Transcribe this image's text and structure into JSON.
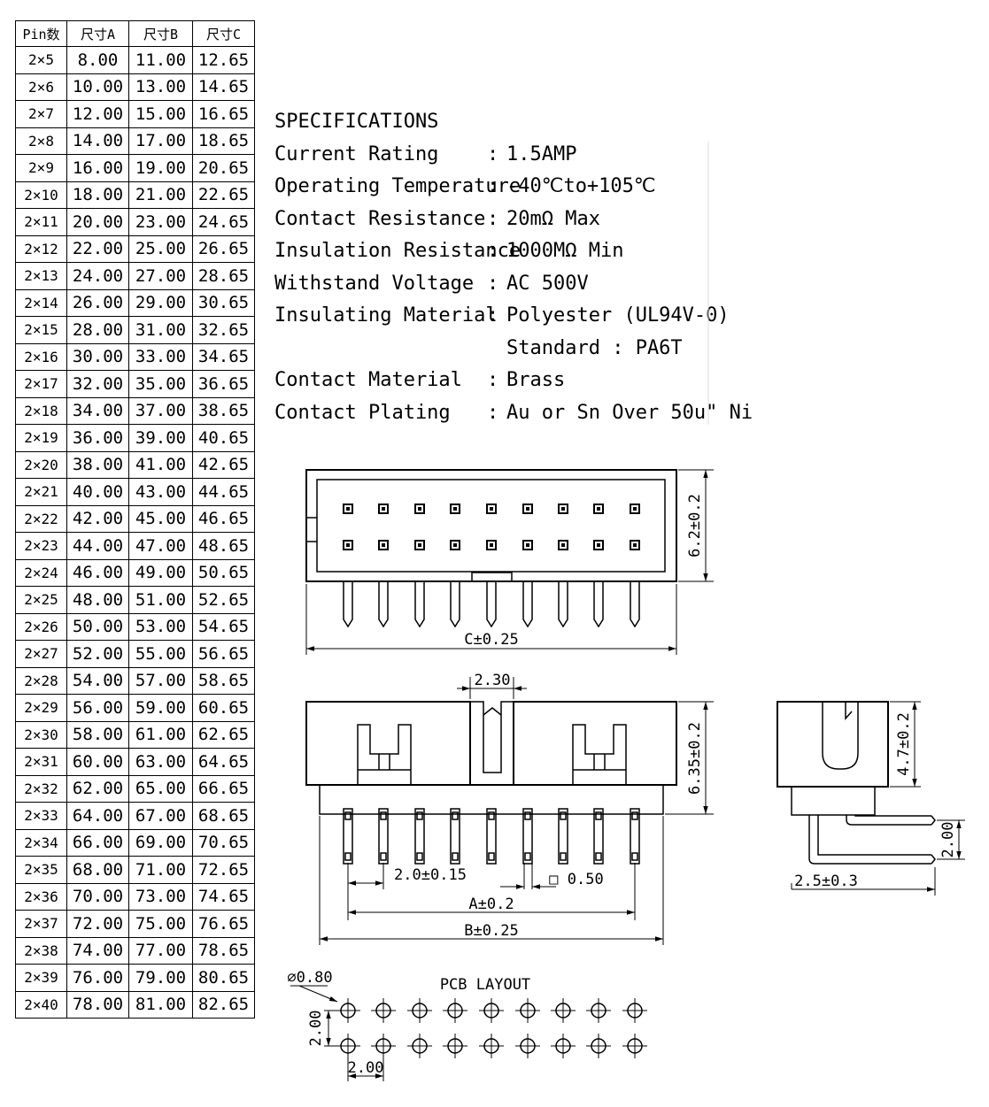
{
  "table": {
    "headers": [
      "Pin数",
      "尺寸A",
      "尺寸B",
      "尺寸C"
    ],
    "rows": [
      [
        "2×5",
        "8.00",
        "11.00",
        "12.65"
      ],
      [
        "2×6",
        "10.00",
        "13.00",
        "14.65"
      ],
      [
        "2×7",
        "12.00",
        "15.00",
        "16.65"
      ],
      [
        "2×8",
        "14.00",
        "17.00",
        "18.65"
      ],
      [
        "2×9",
        "16.00",
        "19.00",
        "20.65"
      ],
      [
        "2×10",
        "18.00",
        "21.00",
        "22.65"
      ],
      [
        "2×11",
        "20.00",
        "23.00",
        "24.65"
      ],
      [
        "2×12",
        "22.00",
        "25.00",
        "26.65"
      ],
      [
        "2×13",
        "24.00",
        "27.00",
        "28.65"
      ],
      [
        "2×14",
        "26.00",
        "29.00",
        "30.65"
      ],
      [
        "2×15",
        "28.00",
        "31.00",
        "32.65"
      ],
      [
        "2×16",
        "30.00",
        "33.00",
        "34.65"
      ],
      [
        "2×17",
        "32.00",
        "35.00",
        "36.65"
      ],
      [
        "2×18",
        "34.00",
        "37.00",
        "38.65"
      ],
      [
        "2×19",
        "36.00",
        "39.00",
        "40.65"
      ],
      [
        "2×20",
        "38.00",
        "41.00",
        "42.65"
      ],
      [
        "2×21",
        "40.00",
        "43.00",
        "44.65"
      ],
      [
        "2×22",
        "42.00",
        "45.00",
        "46.65"
      ],
      [
        "2×23",
        "44.00",
        "47.00",
        "48.65"
      ],
      [
        "2×24",
        "46.00",
        "49.00",
        "50.65"
      ],
      [
        "2×25",
        "48.00",
        "51.00",
        "52.65"
      ],
      [
        "2×26",
        "50.00",
        "53.00",
        "54.65"
      ],
      [
        "2×27",
        "52.00",
        "55.00",
        "56.65"
      ],
      [
        "2×28",
        "54.00",
        "57.00",
        "58.65"
      ],
      [
        "2×29",
        "56.00",
        "59.00",
        "60.65"
      ],
      [
        "2×30",
        "58.00",
        "61.00",
        "62.65"
      ],
      [
        "2×31",
        "60.00",
        "63.00",
        "64.65"
      ],
      [
        "2×32",
        "62.00",
        "65.00",
        "66.65"
      ],
      [
        "2×33",
        "64.00",
        "67.00",
        "68.65"
      ],
      [
        "2×34",
        "66.00",
        "69.00",
        "70.65"
      ],
      [
        "2×35",
        "68.00",
        "71.00",
        "72.65"
      ],
      [
        "2×36",
        "70.00",
        "73.00",
        "74.65"
      ],
      [
        "2×37",
        "72.00",
        "75.00",
        "76.65"
      ],
      [
        "2×38",
        "74.00",
        "77.00",
        "78.65"
      ],
      [
        "2×39",
        "76.00",
        "79.00",
        "80.65"
      ],
      [
        "2×40",
        "78.00",
        "81.00",
        "82.65"
      ]
    ]
  },
  "specs": {
    "title": "SPECIFICATIONS",
    "separator": ":",
    "items": [
      {
        "label": "Current Rating",
        "value": "1.5AMP"
      },
      {
        "label": "Operating Temperature",
        "value": "-40℃to+105℃"
      },
      {
        "label": "Contact Resistance",
        "value": "20mΩ Max"
      },
      {
        "label": "Insulation Resistance",
        "value": "1000MΩ Min"
      },
      {
        "label": "Withstand Voltage",
        "value": "AC 500V"
      },
      {
        "label": "Insulating Material",
        "value": "Polyester (UL94V-0)"
      },
      {
        "label": "",
        "value": "Standard : PA6T"
      },
      {
        "label": "Contact Material",
        "value": "Brass"
      },
      {
        "label": "Contact Plating",
        "value": "Au or Sn Over 50u\" Ni"
      }
    ]
  },
  "dims": {
    "top_height": "6.2±0.2",
    "top_width": "C±0.25",
    "key_width": "2.30",
    "front_height": "6.35±0.2",
    "pitch": "2.0±0.15",
    "pin_square": "□ 0.50",
    "dim_a": "A±0.2",
    "dim_b": "B±0.25",
    "side_height": "4.7±0.2",
    "side_row_pitch": "2.00",
    "side_offset": "2.5±0.3",
    "pcb_title": "PCB LAYOUT",
    "hole_dia": "⌀0.80",
    "pcb_row_pitch": "2.00",
    "pcb_col_pitch": "2.00"
  }
}
